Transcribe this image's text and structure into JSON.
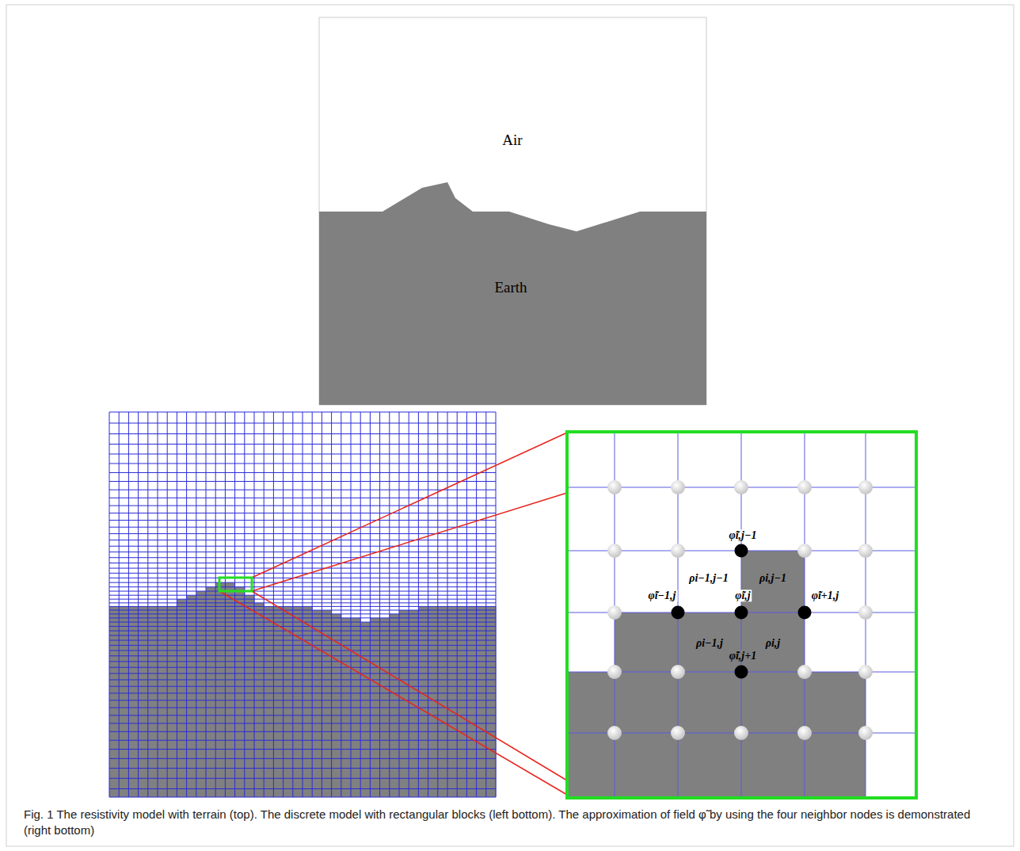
{
  "diagram": {
    "caption": "Fig. 1 The resistivity model with terrain (top). The discrete model with rectangular blocks (left bottom). The approximation of field φ̃ by using the four neighbor nodes is demonstrated (right bottom)",
    "labels": [
      "Air",
      "Earth",
      "φ̃i,j−1",
      "ρi−1,j−1",
      "ρi,j−1",
      "φ̃i−1,j",
      "φ̃i,j",
      "φ̃i+1,j",
      "ρi−1,j",
      "ρi,j",
      "φ̃i,j+1"
    ]
  }
}
